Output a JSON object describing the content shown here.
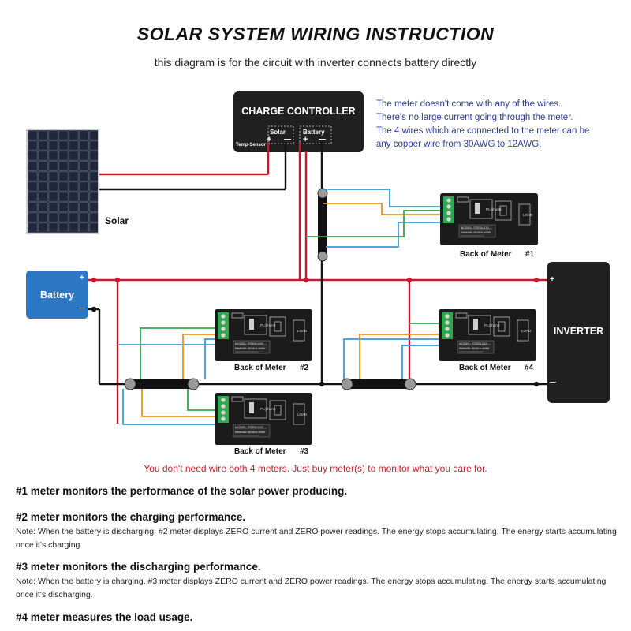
{
  "title": "SOLAR SYSTEM WIRING INSTRUCTION",
  "subtitle": "this diagram is for the circuit with inverter connects battery directly",
  "charge_controller": {
    "label": "CHARGE CONTROLLER",
    "solar_port": "Solar",
    "battery_port": "Battery",
    "temp_sensor": "Temp-Sensor",
    "plus": "+",
    "minus": "—"
  },
  "meter_note": [
    "The meter doesn't come with any of the wires.",
    "There's no large current going through the meter.",
    "The 4 wires which are connected to the meter can be",
    "any copper wire from 30AWG to 12AWG."
  ],
  "solar_label": "Solar",
  "battery": {
    "label": "Battery",
    "plus": "+",
    "minus": "—"
  },
  "inverter": {
    "label": "INVERTER",
    "plus": "+",
    "minus": "—"
  },
  "meters": [
    {
      "caption": "Back of Meter",
      "number": "#1"
    },
    {
      "caption": "Back of Meter",
      "number": "#2"
    },
    {
      "caption": "Back of Meter",
      "number": "#3"
    },
    {
      "caption": "Back of Meter",
      "number": "#4"
    }
  ],
  "meter_face": {
    "pl": "PL(shunt)",
    "load": "LOAD",
    "model": "MODEL: PZEM-015",
    "range": "RANGE: DC6.5-100V"
  },
  "wire_colors": {
    "red": "#c9182b",
    "black": "#111111",
    "blue": "#3a9ad9",
    "orange": "#e8951f",
    "green": "#2fa84f"
  },
  "red_note": "You don't need wire both 4 meters. Just buy meter(s) to monitor what you care for.",
  "explanations": [
    {
      "heading": "#1 meter monitors the performance of the solar power producing.",
      "note": ""
    },
    {
      "heading": "#2 meter monitors the charging performance.",
      "note": "Note: When the battery is discharging. #2 meter displays ZERO current and ZERO power readings. The energy stops accumulating. The energy starts accumulating once it's charging."
    },
    {
      "heading": "#3 meter monitors the discharging performance.",
      "note": "Note: When the battery is charging. #3 meter displays ZERO current and ZERO power readings. The energy stops accumulating. The energy starts accumulating once it's discharging."
    },
    {
      "heading": "#4 meter measures the load usage.",
      "note": ""
    }
  ]
}
